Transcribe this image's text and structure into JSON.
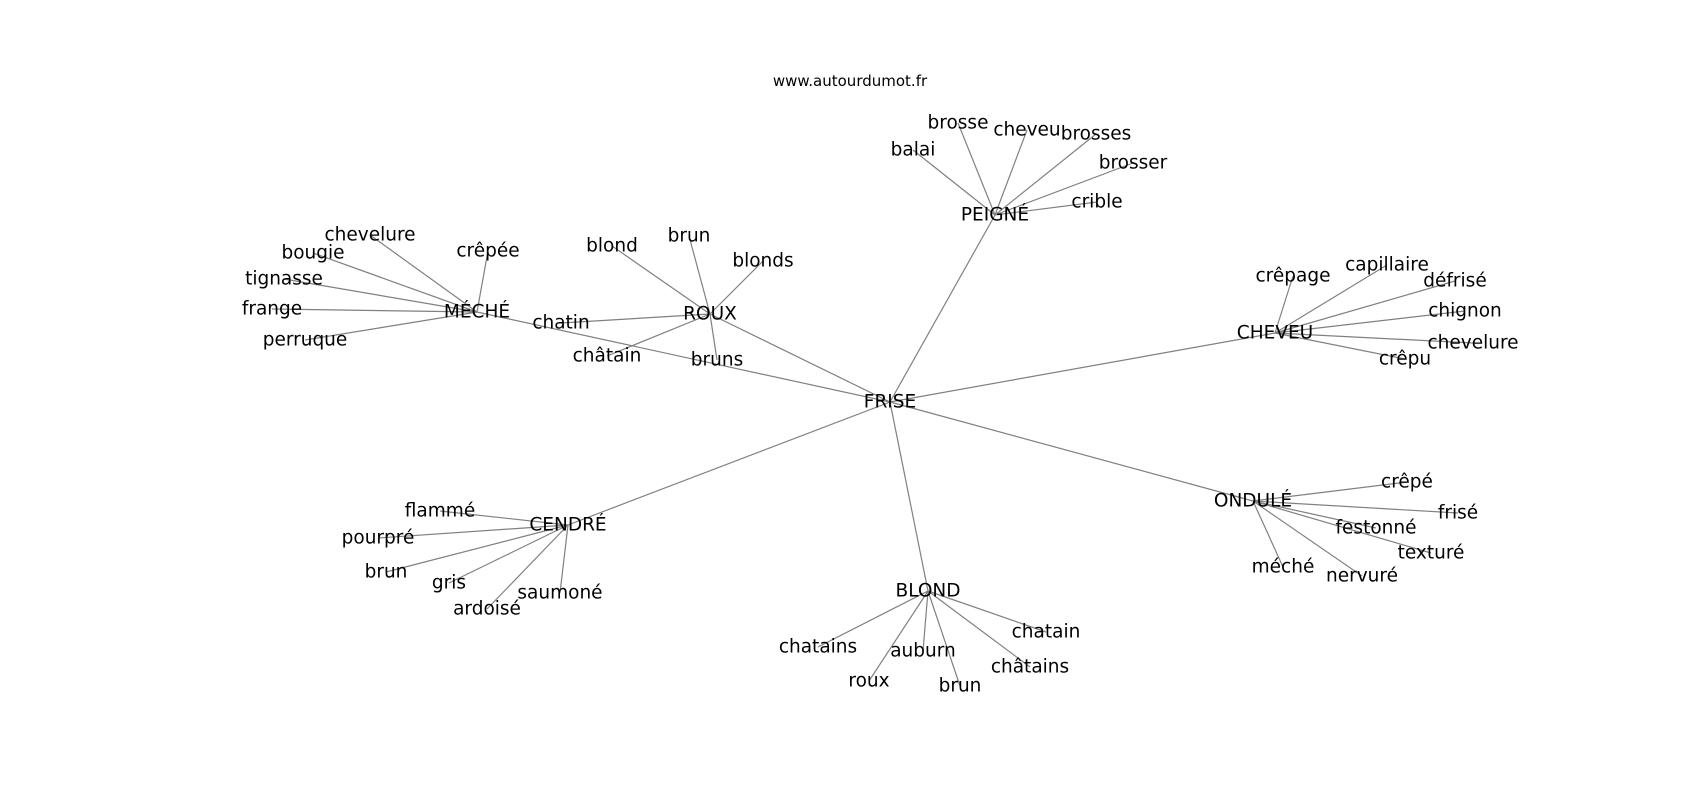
{
  "header": {
    "site": "www.autourdumot.fr"
  },
  "graph": {
    "center": "FRISE",
    "hubs": [
      {
        "label": "PEIGNÉ",
        "leaves": [
          "brosse",
          "cheveu",
          "balai",
          "brosses",
          "brosser",
          "crible"
        ]
      },
      {
        "label": "ROUX",
        "leaves": [
          "brun",
          "blond",
          "blonds",
          "chatin",
          "châtain",
          "bruns"
        ]
      },
      {
        "label": "MÉCHÉ",
        "leaves": [
          "chevelure",
          "crêpée",
          "bougie",
          "tignasse",
          "frange",
          "perruque"
        ]
      },
      {
        "label": "CHEVEU",
        "leaves": [
          "crêpage",
          "capillaire",
          "défrisé",
          "chignon",
          "chevelure",
          "crêpu"
        ]
      },
      {
        "label": "ONDULÉ",
        "leaves": [
          "crêpé",
          "frisé",
          "festonné",
          "texturé",
          "méché",
          "nervuré"
        ]
      },
      {
        "label": "CENDRÉ",
        "leaves": [
          "flammé",
          "pourpré",
          "brun",
          "gris",
          "saumoné",
          "ardoisé"
        ]
      },
      {
        "label": "BLOND",
        "leaves": [
          "chatain",
          "chatains",
          "auburn",
          "châtains",
          "roux",
          "brun"
        ]
      }
    ]
  }
}
